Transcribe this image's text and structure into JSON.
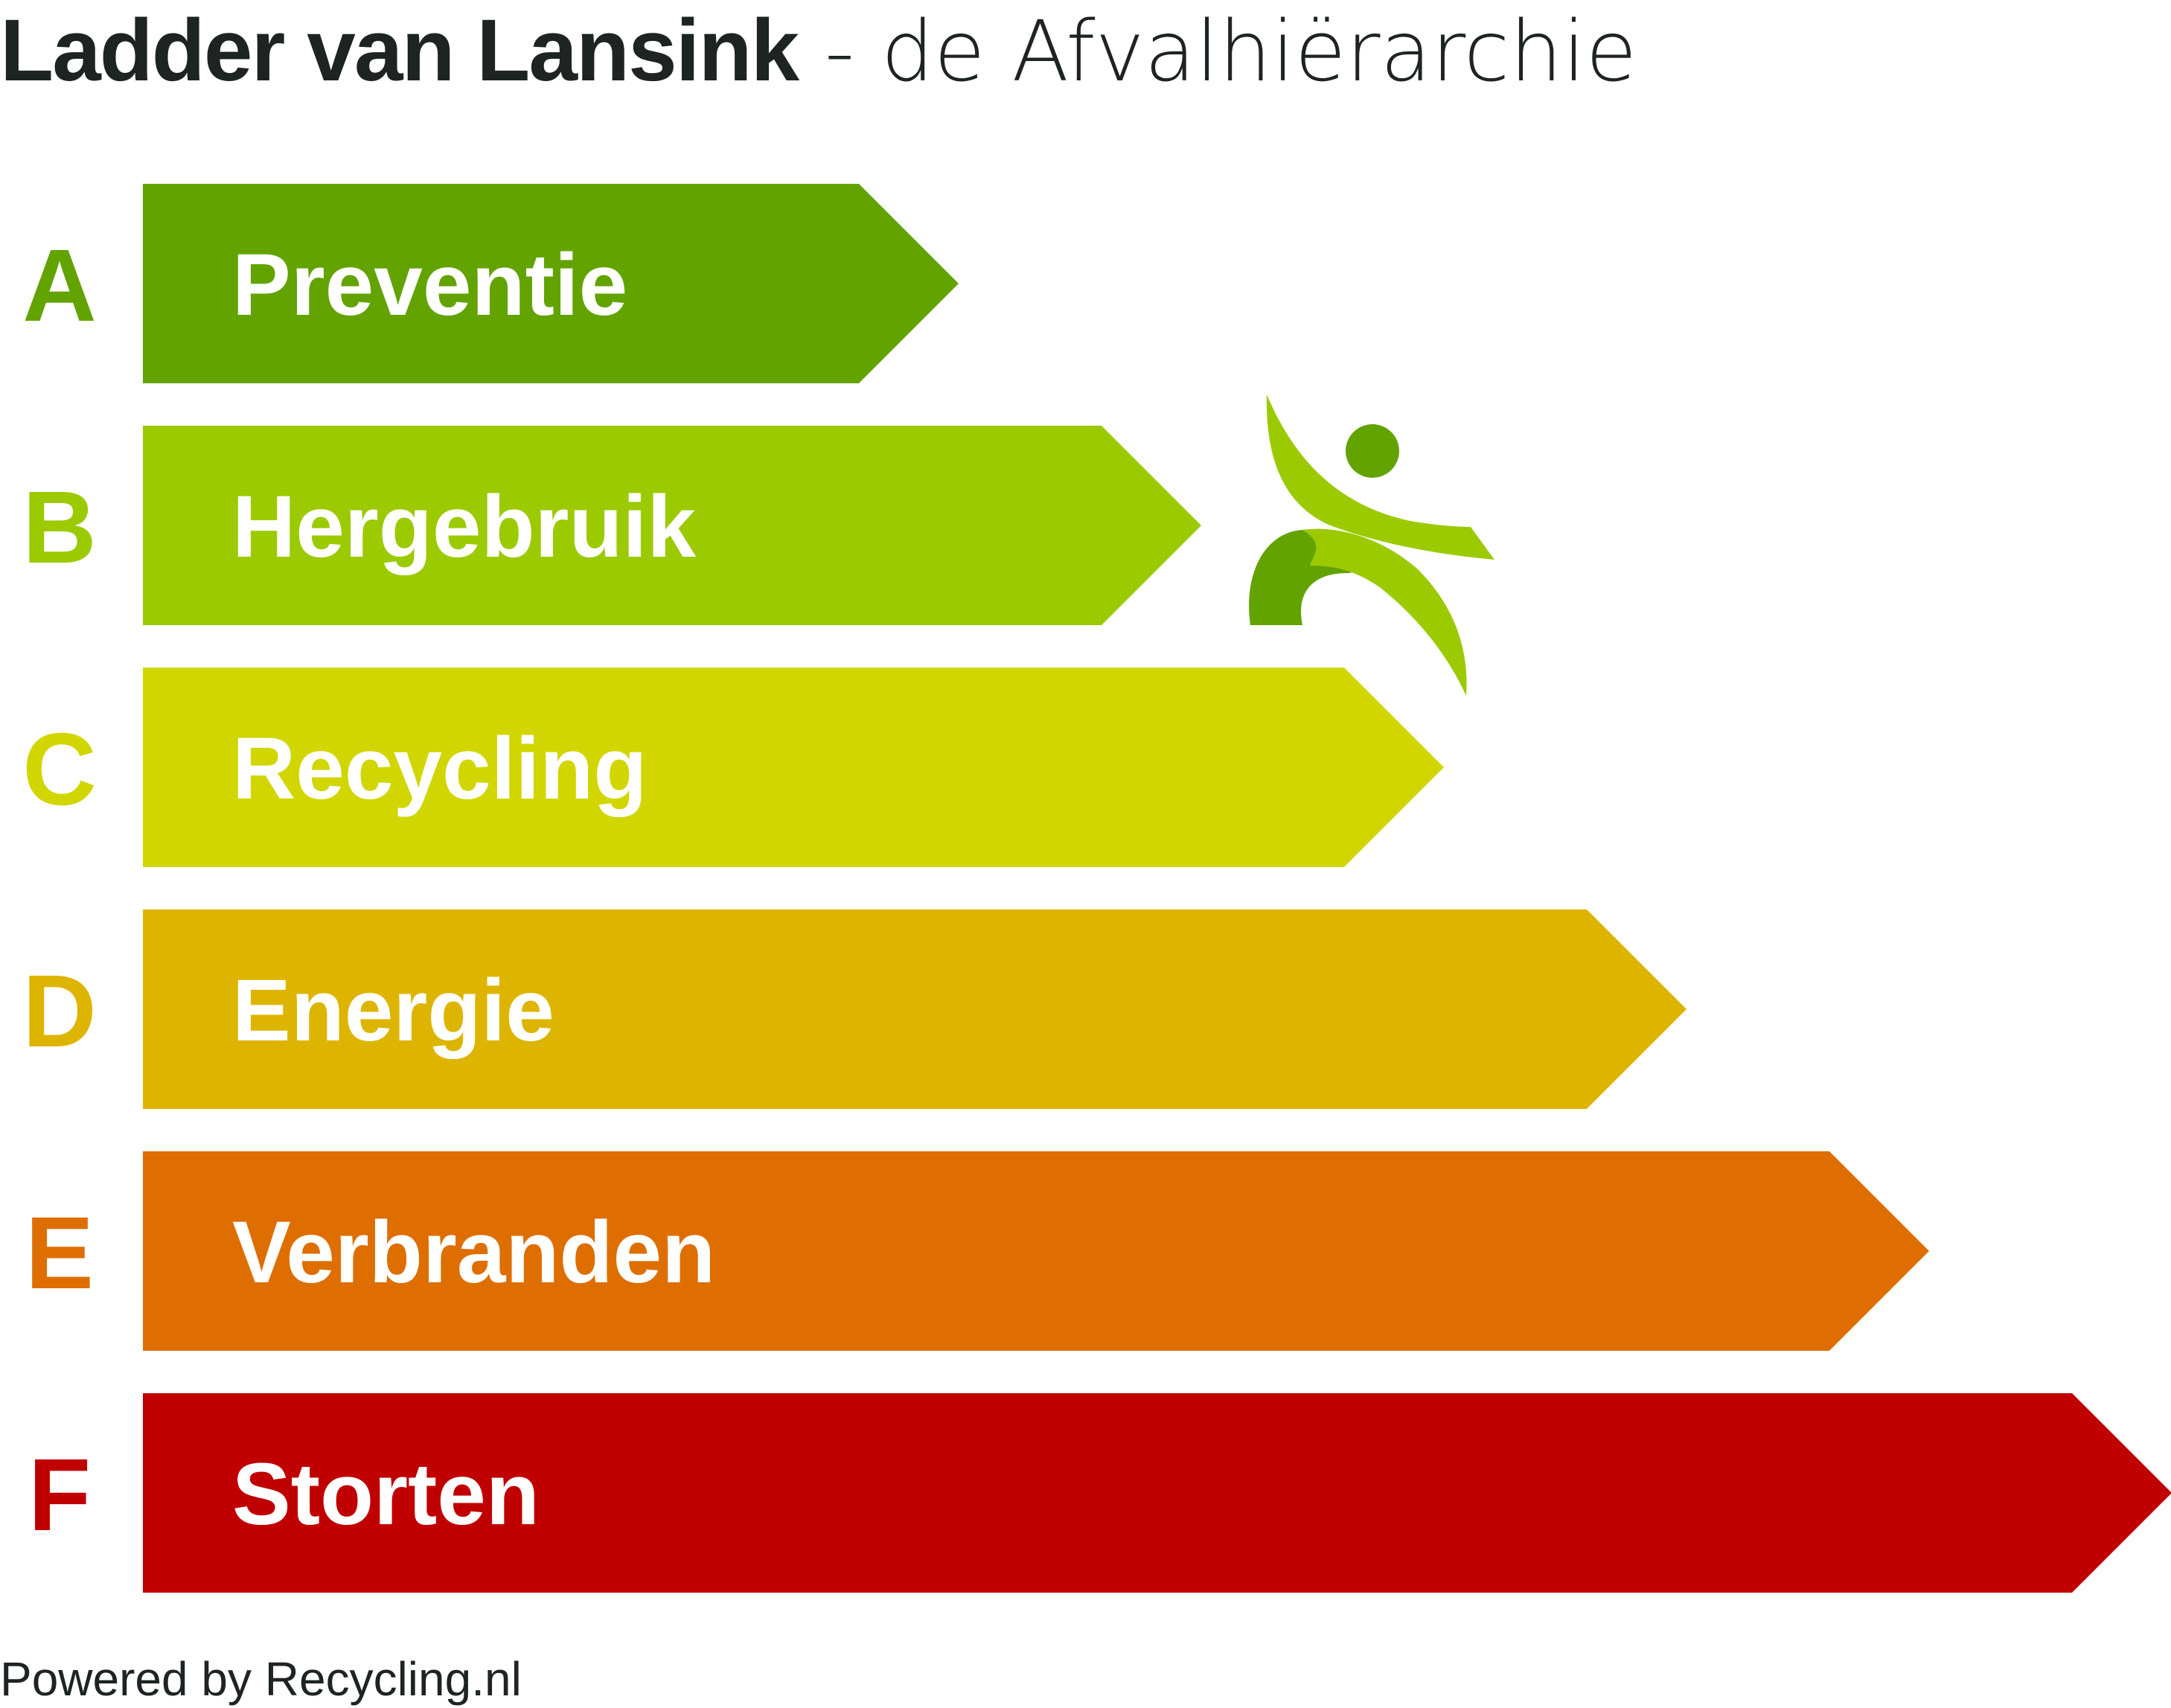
{
  "title": {
    "bold": "Ladder van Lansink",
    "light": " - de Afvalhiërarchie"
  },
  "levels": [
    {
      "letter": "A",
      "label": "Preventie",
      "color": "#62a300"
    },
    {
      "letter": "B",
      "label": "Hergebruik",
      "color": "#9bca00"
    },
    {
      "letter": "C",
      "label": "Recycling",
      "color": "#d1d600"
    },
    {
      "letter": "D",
      "label": "Energie",
      "color": "#ddb500"
    },
    {
      "letter": "E",
      "label": "Verbranden",
      "color": "#de6e00"
    },
    {
      "letter": "F",
      "label": "Storten",
      "color": "#c00000"
    }
  ],
  "logo": {
    "icon": "recycling-figure-logo",
    "colors": {
      "dark": "#62a300",
      "light": "#9bca00"
    }
  },
  "footer": "Powered by Recycling.nl"
}
